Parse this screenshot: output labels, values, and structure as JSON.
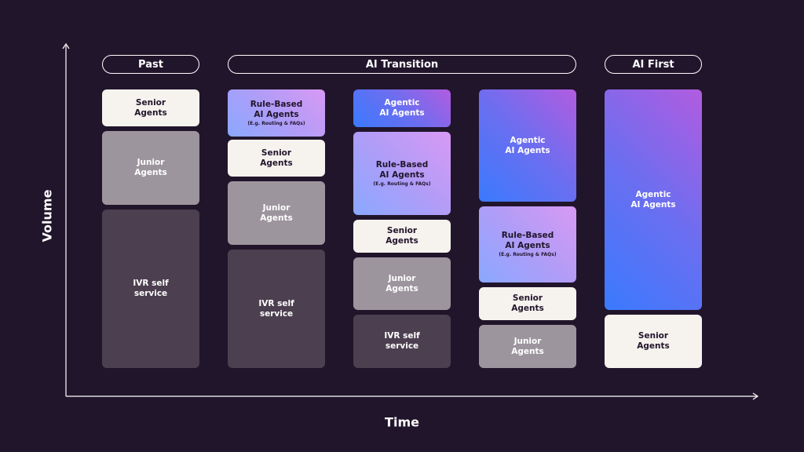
{
  "axes": {
    "y_label": "Volume",
    "x_label": "Time"
  },
  "phases": [
    {
      "label": "Past"
    },
    {
      "label": "AI Transition"
    },
    {
      "label": "AI First"
    }
  ],
  "columns": [
    {
      "blocks": [
        {
          "label": "Senior\nAgents"
        },
        {
          "label": "Junior\nAgents"
        },
        {
          "label": "IVR self\nservice"
        }
      ]
    },
    {
      "blocks": [
        {
          "label": "Rule-Based\nAI Agents",
          "sub": "(E.g. Routing & FAQs)"
        },
        {
          "label": "Senior\nAgents"
        },
        {
          "label": "Junior\nAgents"
        },
        {
          "label": "IVR self\nservice"
        }
      ]
    },
    {
      "blocks": [
        {
          "label": "Agentic\nAI Agents"
        },
        {
          "label": "Rule-Based\nAI Agents",
          "sub": "(E.g. Routing & FAQs)"
        },
        {
          "label": "Senior\nAgents"
        },
        {
          "label": "Junior\nAgents"
        },
        {
          "label": "IVR self\nservice"
        }
      ]
    },
    {
      "blocks": [
        {
          "label": "Agentic\nAI Agents"
        },
        {
          "label": "Rule-Based\nAI Agents",
          "sub": "(E.g. Routing & FAQs)"
        },
        {
          "label": "Senior\nAgents"
        },
        {
          "label": "Junior\nAgents"
        }
      ]
    },
    {
      "blocks": [
        {
          "label": "Agentic\nAI Agents"
        },
        {
          "label": "Senior\nAgents"
        }
      ]
    }
  ],
  "colors": {
    "background": "#21152b",
    "senior": "#f6f3ef",
    "junior": "#9d959e",
    "ivr": "#4c3f4f",
    "rule_based_gradient": [
      "#8aa8ff",
      "#d89af3"
    ],
    "agentic_gradient": [
      "#3a7afe",
      "#b25ce0"
    ]
  }
}
